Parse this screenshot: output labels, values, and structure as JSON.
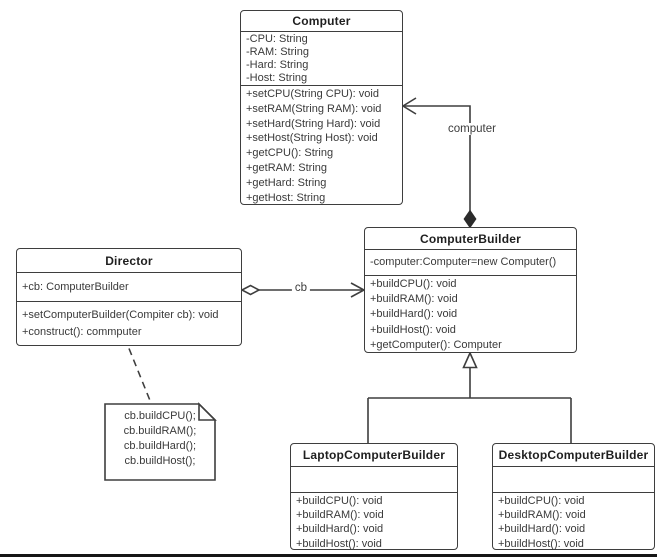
{
  "classes": {
    "computer": {
      "title": "Computer",
      "attributes": [
        "-CPU: String",
        "-RAM: String",
        "-Hard: String",
        "-Host: String"
      ],
      "methods": [
        "+setCPU(String CPU): void",
        "+setRAM(String RAM): void",
        "+setHard(String Hard): void",
        "+setHost(String Host): void",
        "+getCPU(): String",
        "+getRAM: String",
        "+getHard: String",
        "+getHost: String"
      ]
    },
    "computerBuilder": {
      "title": "ComputerBuilder",
      "attributes": [
        "-computer:Computer=new Computer()"
      ],
      "methods": [
        "+buildCPU(): void",
        "+buildRAM(): void",
        "+buildHard(): void",
        "+buildHost(): void",
        "+getComputer(): Computer"
      ]
    },
    "director": {
      "title": "Director",
      "attributes": [
        "+cb: ComputerBuilder"
      ],
      "methods": [
        "+setComputerBuilder(Compiter cb): void",
        "+construct(): commputer"
      ]
    },
    "laptopBuilder": {
      "title": "LaptopComputerBuilder",
      "attributes": [],
      "methods": [
        "+buildCPU(): void",
        "+buildRAM(): void",
        "+buildHard(): void",
        "+buildHost(): void"
      ]
    },
    "desktopBuilder": {
      "title": "DesktopComputerBuilder",
      "attributes": [],
      "methods": [
        "+buildCPU(): void",
        "+buildRAM(): void",
        "+buildHard(): void",
        "+buildHost(): void"
      ]
    }
  },
  "note": {
    "lines": [
      "cb.buildCPU();",
      "cb.buildRAM();",
      "cb.buildHard();",
      "cb.buildHost();"
    ]
  },
  "edges": {
    "computer_label": "computer",
    "cb_label": "cb"
  },
  "colors": {
    "line": "#3e3e3e",
    "text": "#3a3a3a",
    "title_text": "#1f1f1f",
    "diamond_fill": "#2b2b2b",
    "background": "#ffffff",
    "bottom_bar": "#161616"
  }
}
